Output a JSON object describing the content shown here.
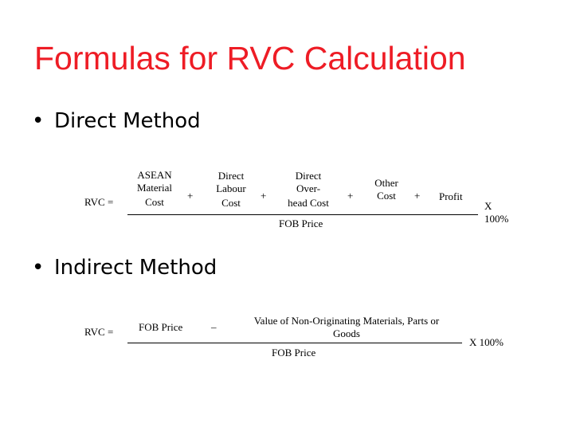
{
  "title": "Formulas for RVC Calculation",
  "bullet_char": "•",
  "direct": {
    "heading": "Direct Method",
    "lhs": "RVC =",
    "terms": [
      [
        "ASEAN",
        "Material",
        "Cost"
      ],
      [
        "Direct",
        "Labour",
        "Cost"
      ],
      [
        "Direct",
        "Over-",
        "head Cost"
      ],
      [
        "Other",
        "Cost"
      ],
      [
        "Profit"
      ]
    ],
    "plus": "+",
    "denominator": "FOB Price",
    "multiplier": [
      "X",
      "100%"
    ]
  },
  "indirect": {
    "heading": "Indirect Method",
    "lhs": "RVC =",
    "term1": "FOB Price",
    "minus": "–",
    "term2": [
      "Value of Non-Originating Materials, Parts or",
      "Goods"
    ],
    "denominator": "FOB Price",
    "multiplier": "X 100%"
  },
  "colors": {
    "title": "#ee1c25",
    "text": "#000000",
    "background": "#ffffff"
  }
}
